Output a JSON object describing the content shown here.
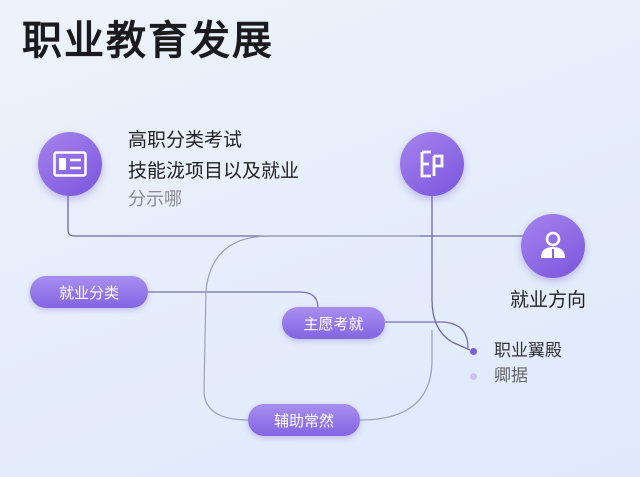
{
  "title": "职业教育发展",
  "block_text": {
    "line1": "高职分类考试",
    "line2": "技能泷项目以及就业",
    "line3": "分示哪"
  },
  "employment_label": "就业方向",
  "pills": {
    "left": "就业分类",
    "middle": "主愿考就",
    "bottom": "辅助常然"
  },
  "legend": [
    {
      "label": "职业翼殿",
      "color": "#7b5fd8"
    },
    {
      "label": "卿据",
      "color": "#c9c4ee"
    }
  ],
  "icons": {
    "left": "id-card-icon",
    "middle": "document-icon",
    "right": "person-book-icon"
  },
  "colors": {
    "accent": "#8a6ae4",
    "line": "#7a6fb0"
  }
}
